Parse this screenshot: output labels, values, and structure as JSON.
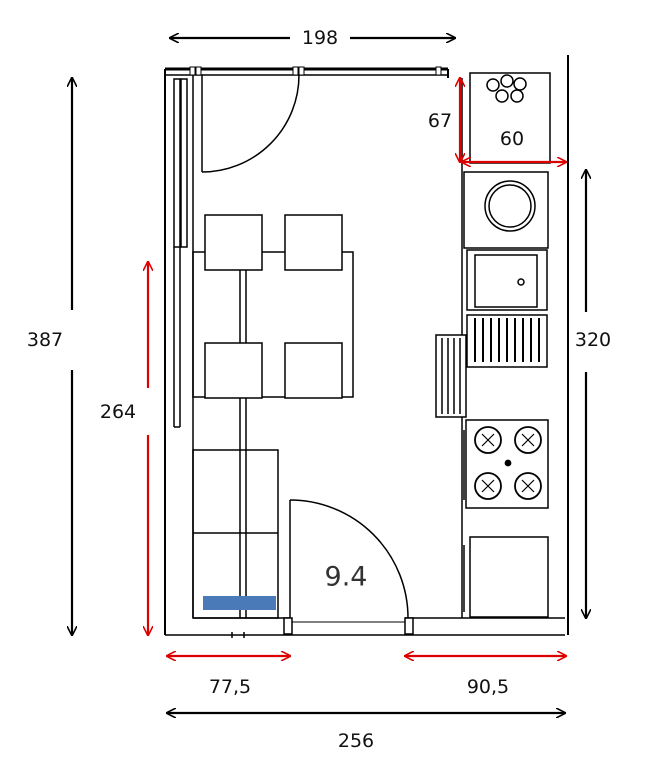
{
  "dimensions": {
    "top_width": "198",
    "left_height": "387",
    "inner_height": "264",
    "window_depth": "67",
    "appliance_width": "60",
    "right_height": "320",
    "bottom_left_offset": "77,5",
    "bottom_right_offset": "90,5",
    "total_width": "256"
  },
  "room_area": "9.4",
  "colors": {
    "dimension_black": "#000000",
    "dimension_red": "#dd0000",
    "radiator_blue": "#4a7ab8",
    "wall": "#000000"
  }
}
